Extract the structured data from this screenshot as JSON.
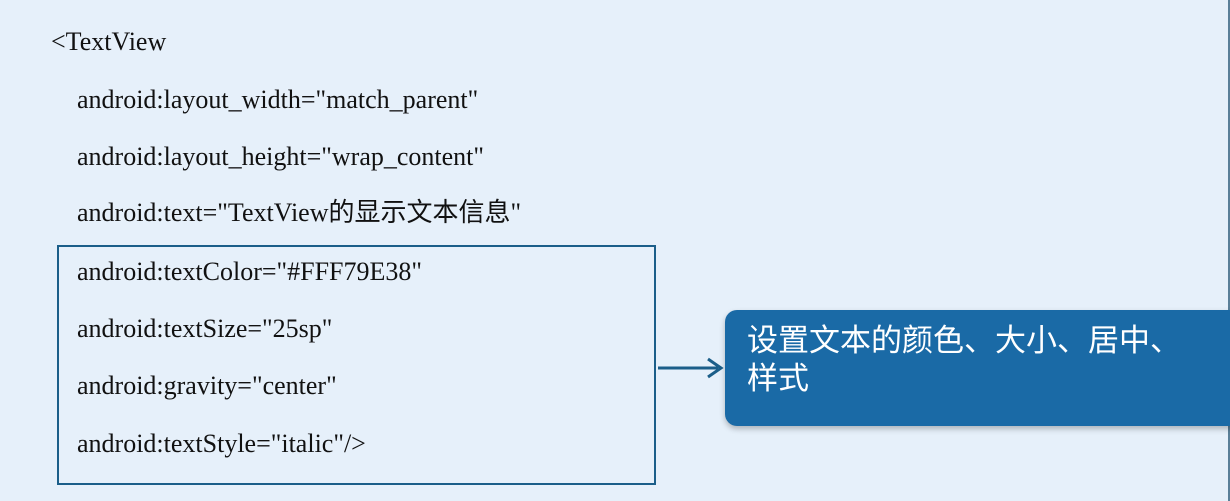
{
  "code": {
    "lines": [
      "<TextView",
      "android:layout_width=\"match_parent\"",
      "android:layout_height=\"wrap_content\"",
      "android:text=\"TextView的显示文本信息\"",
      "android:textColor=\"#FFF79E38\"",
      "android:textSize=\"25sp\"",
      "android:gravity=\"center\"",
      "android:textStyle=\"italic\"/>"
    ]
  },
  "callout": {
    "line1": "设置文本的颜色、大小、居中、",
    "line2": "样式"
  },
  "colors": {
    "background": "#e6f0fa",
    "box_border": "#1b5e89",
    "callout_fill": "#1a6aa6",
    "callout_text": "#ffffff",
    "code_text": "#111111"
  }
}
